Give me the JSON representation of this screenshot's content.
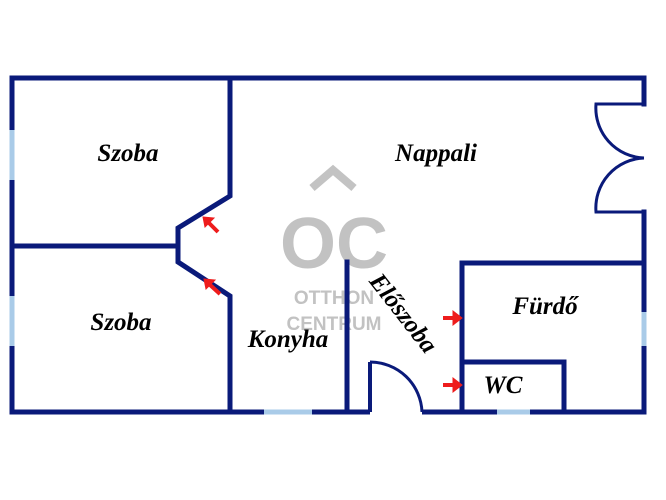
{
  "rooms": {
    "szoba_top": "Szoba",
    "szoba_bottom": "Szoba",
    "nappali": "Nappali",
    "konyha": "Konyha",
    "eloszoba": "Előszoba",
    "furdo": "Fürdő",
    "wc": "WC"
  },
  "watermark": {
    "logo": "OC",
    "line1": "OTTHON",
    "line2": "CENTRUM"
  },
  "colors": {
    "wall": "#0a1a7a",
    "window": "#a9cbe8",
    "arrow": "#ee1c1c",
    "watermark": "#b8b8b8"
  }
}
